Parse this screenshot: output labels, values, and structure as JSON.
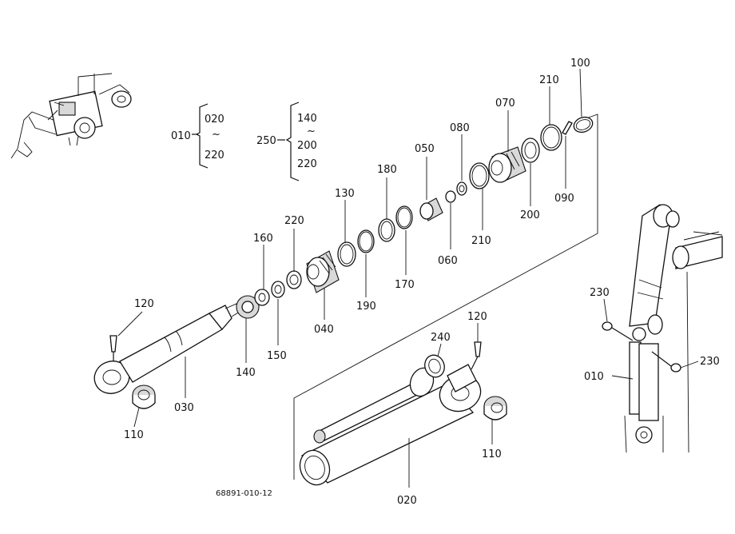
{
  "diagram_code": "68891-010-12",
  "group_010": {
    "key": "010",
    "range_start": "020",
    "range_sep": "~",
    "range_end": "220"
  },
  "group_250": {
    "key": "250",
    "range_start": "140",
    "range_sep": "~",
    "range_end": "200",
    "extra": "220"
  },
  "callouts": {
    "p100": "100",
    "p210a": "210",
    "p070": "070",
    "p080": "080",
    "p050": "050",
    "p180": "180",
    "p130": "130",
    "p220": "220",
    "p160": "160",
    "p120a": "120",
    "p090": "090",
    "p200": "200",
    "p210b": "210",
    "p060": "060",
    "p170": "170",
    "p190": "190",
    "p040": "040",
    "p150": "150",
    "p140": "140",
    "p030": "030",
    "p110a": "110",
    "p240": "240",
    "p120b": "120",
    "p110b": "110",
    "p020": "020",
    "p230a": "230",
    "p230b": "230",
    "p010": "010"
  }
}
